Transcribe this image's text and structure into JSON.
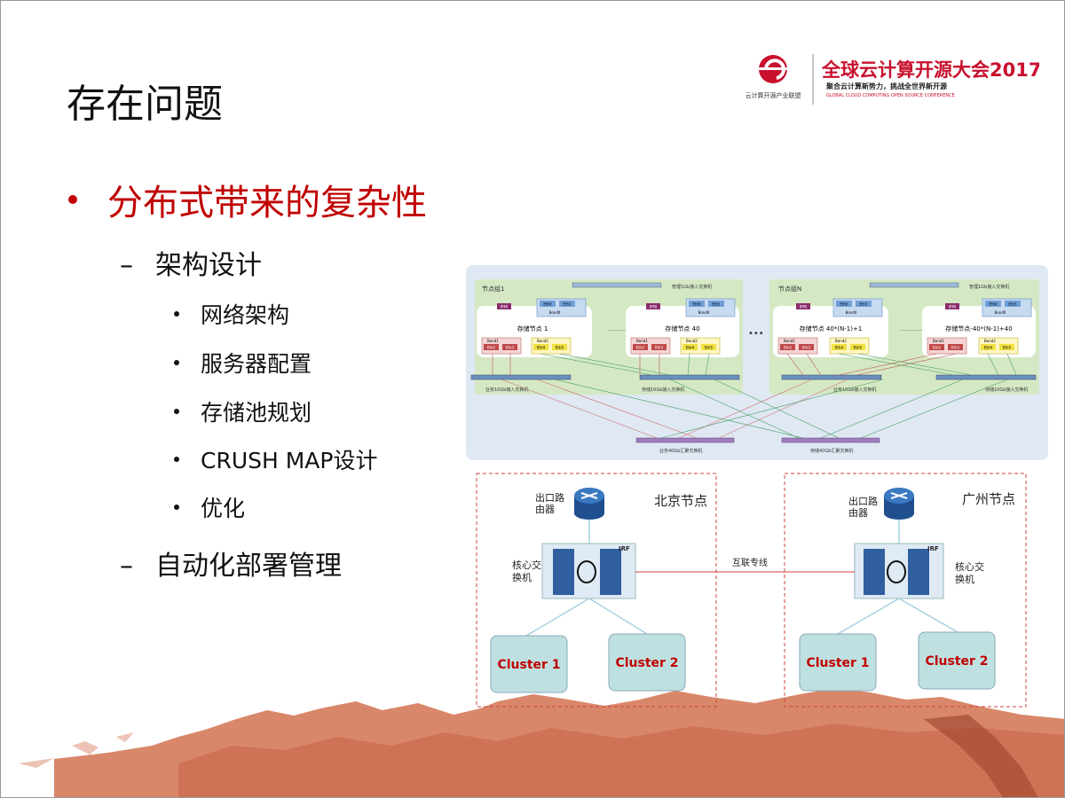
{
  "slide": {
    "title": "存在问题",
    "main_bullet": "分布式带来的复杂性",
    "sub1": "架构设计",
    "subsub": [
      "网络架构",
      "服务器配置",
      "存储池规划",
      "CRUSH MAP设计",
      "优化"
    ],
    "sub2": "自动化部署管理"
  },
  "logo": {
    "left_caption": "云计算开源产业联盟",
    "title": "全球云计算开源大会2017",
    "subtitle": "聚合云计算新势力，挑战全世界新开源",
    "english": "GLOBAL CLOUD COMPUTING OPEN SOURCE CONFERENCE"
  },
  "top_diagram": {
    "group1": "节点组1",
    "groupN": "节点组N",
    "mgmt_switch": "管理1Gb接入交换机",
    "node1": "存储节点 1",
    "node40": "存储节点 40",
    "nodeN1": "存储节点 40*(N-1)+1",
    "nodeN40": "存储节点-40*(N-1)+40",
    "ipmi": "IPMI",
    "eth0": "Eth0",
    "eth1": "Eth1",
    "eth2": "Eth2",
    "eth3": "Eth3",
    "eth4": "Eth4",
    "eth5": "Eth5",
    "bond0": "Bond0",
    "bond1": "Bond1",
    "bond2": "Bond2",
    "biz10g": "业务10Gb接入交换机",
    "sto10g": "存储10Gb接入交换机",
    "biz40g": "业务40Gb汇聚交换机",
    "sto40g": "存储40Gb汇聚交换机",
    "ellipsis": "……………",
    "dots": "•••"
  },
  "bottom_diagram": {
    "beijing": "北京节点",
    "guangzhou": "广州节点",
    "router_label_l1": "出口路",
    "router_label_l2": "由器",
    "core_label_l1": "核心交",
    "core_label_l2": "换机",
    "irf": "IRF",
    "link": "互联专线",
    "cluster1": "Cluster 1",
    "cluster2": "Cluster 2"
  },
  "colors": {
    "accent_red": "#c00000",
    "logo_red": "#c8102e",
    "group_green": "#d5e8c4",
    "mountain": "#d9876a",
    "cluster_fill": "#bfe0e0"
  }
}
